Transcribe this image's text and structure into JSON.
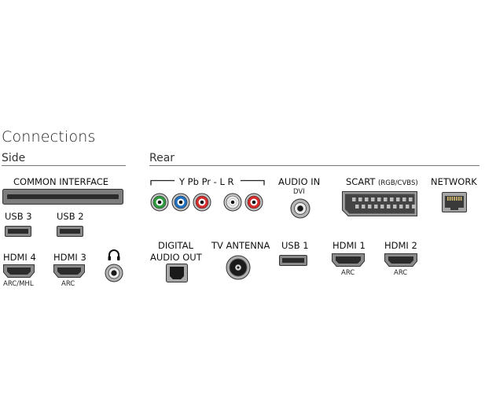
{
  "title": "Connections",
  "side": {
    "heading": "Side",
    "common_interface": "COMMON INTERFACE",
    "usb3": "USB 3",
    "usb2": "USB 2",
    "hdmi4": "HDMI 4",
    "hdmi4_sub": "ARC/MHL",
    "hdmi3": "HDMI 3",
    "hdmi3_sub": "ARC",
    "headphone_icon": "headphone-icon"
  },
  "rear": {
    "heading": "Rear",
    "ypbpr": "Y Pb Pr - L R",
    "audio_in": "AUDIO IN",
    "audio_in_sub": "DVI",
    "scart": "SCART",
    "scart_sub": "(RGB/CVBS)",
    "network": "NETWORK",
    "digital": "DIGITAL",
    "audio_out": "AUDIO OUT",
    "tv_antenna": "TV ANTENNA",
    "usb1": "USB 1",
    "hdmi1": "HDMI 1",
    "hdmi1_sub": "ARC",
    "hdmi2": "HDMI 2",
    "hdmi2_sub": "ARC"
  },
  "colors": {
    "y_green": "#2e9a3e",
    "pb_blue": "#1f6fc0",
    "pr_red": "#d42a2a",
    "l_white": "#e9e9e9",
    "r_red": "#d42a2a"
  }
}
